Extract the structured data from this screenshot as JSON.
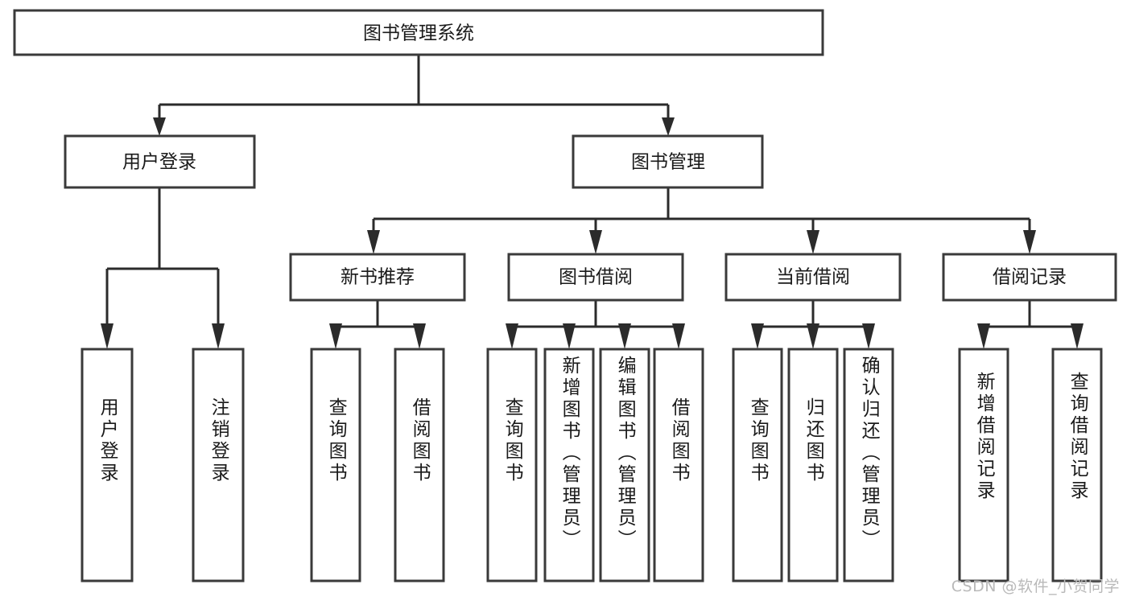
{
  "diagram": {
    "title": "图书管理系统",
    "type": "tree",
    "orientation": "top-down",
    "background_color": "#ffffff",
    "box_stroke_color": "#3a3a3a",
    "connector_color": "#2b2b2b",
    "text_color": "#1a1a1a"
  },
  "nodes": {
    "root": {
      "label": "图书管理系统",
      "level": 1
    },
    "level2": [
      {
        "id": "user-login",
        "label": "用户登录",
        "level": 2
      },
      {
        "id": "book-management",
        "label": "图书管理",
        "level": 2
      }
    ],
    "level3": [
      {
        "id": "new-book-recommend",
        "label": "新书推荐",
        "level": 3,
        "parent": "book-management"
      },
      {
        "id": "book-borrow",
        "label": "图书借阅",
        "level": 3,
        "parent": "book-management"
      },
      {
        "id": "current-borrow",
        "label": "当前借阅",
        "level": 3,
        "parent": "book-management"
      },
      {
        "id": "borrow-record",
        "label": "借阅记录",
        "level": 3,
        "parent": "book-management"
      }
    ],
    "leaves": [
      {
        "id": "leaf-user-login",
        "label": "用户登录",
        "parent": "user-login"
      },
      {
        "id": "leaf-logout",
        "label": "注销登录",
        "parent": "user-login"
      },
      {
        "id": "leaf-query-book-1",
        "label": "查询图书",
        "parent": "new-book-recommend"
      },
      {
        "id": "leaf-borrow-book-1",
        "label": "借阅图书",
        "parent": "new-book-recommend"
      },
      {
        "id": "leaf-query-book-2",
        "label": "查询图书",
        "parent": "book-borrow"
      },
      {
        "id": "leaf-add-book",
        "label": "新增图书（管理员）",
        "parent": "book-borrow"
      },
      {
        "id": "leaf-edit-book",
        "label": "编辑图书（管理员）",
        "parent": "book-borrow"
      },
      {
        "id": "leaf-borrow-book-2",
        "label": "借阅图书",
        "parent": "book-borrow"
      },
      {
        "id": "leaf-query-book-3",
        "label": "查询图书",
        "parent": "current-borrow"
      },
      {
        "id": "leaf-return-book",
        "label": "归还图书",
        "parent": "current-borrow"
      },
      {
        "id": "leaf-confirm-return",
        "label": "确认归还（管理员）",
        "parent": "current-borrow"
      },
      {
        "id": "leaf-add-record",
        "label": "新增借阅记录",
        "parent": "borrow-record"
      },
      {
        "id": "leaf-query-record",
        "label": "查询借阅记录",
        "parent": "borrow-record"
      }
    ]
  },
  "watermark": {
    "text": "CSDN @软件_小贺同学"
  }
}
